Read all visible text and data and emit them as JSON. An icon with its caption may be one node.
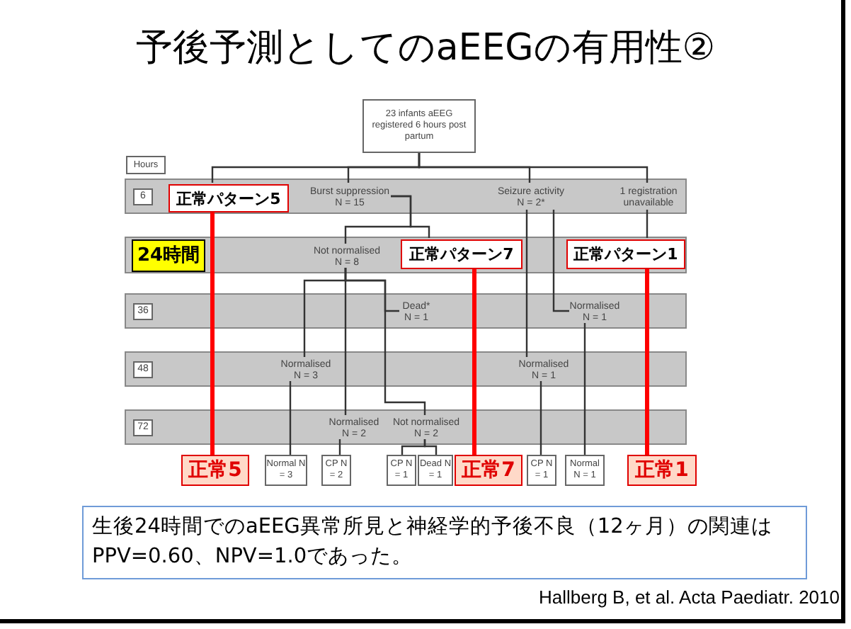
{
  "diagram": {
    "title": "予後予測としてのaEEGの有用性②",
    "nodes": [
      {
        "text": [
          "23 infants aEEG registered 6 hours post partum"
        ]
      },
      {
        "text": [
          "Hours"
        ]
      },
      {
        "text": [],
        "shape": "bar"
      },
      {
        "text": [
          "6"
        ],
        "in": 2
      },
      {
        "text": [
          "正常パターン5"
        ],
        "in": 2
      },
      {
        "text": [
          "Burst suppression N = 15"
        ],
        "in": 2
      },
      {
        "text": [
          "Seizure activity N = 2*"
        ],
        "in": 2
      },
      {
        "text": [
          "1 registration unavailable"
        ],
        "in": 2
      },
      {
        "text": [],
        "shape": "bar"
      },
      {
        "text": [
          "24時間"
        ],
        "in": 8
      },
      {
        "text": [
          "Not normalised N = 8"
        ],
        "in": 8
      },
      {
        "text": [
          "正常パターン7"
        ],
        "in": 8
      },
      {
        "text": [
          "正常パターン1"
        ],
        "in": 8
      },
      {
        "text": [],
        "shape": "bar"
      },
      {
        "text": [
          "36"
        ],
        "in": 13
      },
      {
        "text": [
          "Dead* N = 1"
        ],
        "in": 13
      },
      {
        "text": [
          "Normalised N = 1"
        ],
        "in": 13
      },
      {
        "text": [],
        "shape": "bar"
      },
      {
        "text": [
          "48"
        ],
        "in": 17
      },
      {
        "text": [
          "Normalised N = 3"
        ],
        "in": 17
      },
      {
        "text": [
          "Normalised N = 1"
        ],
        "in": 17
      },
      {
        "text": [],
        "shape": "bar"
      },
      {
        "text": [
          "72"
        ],
        "in": 21
      },
      {
        "text": [
          "Normalised N = 2"
        ],
        "in": 21
      },
      {
        "text": [
          "Not normalised N = 2"
        ],
        "in": 21
      },
      {
        "text": [
          "正常5"
        ]
      },
      {
        "text": [
          "Normal N = 3"
        ]
      },
      {
        "text": [
          "CP N = 2"
        ]
      },
      {
        "text": [
          "CP N = 1"
        ]
      },
      {
        "text": [
          "Dead N = 1"
        ]
      },
      {
        "text": [
          "正常7"
        ]
      },
      {
        "text": [
          "CP N = 1"
        ]
      },
      {
        "text": [
          "Normal N = 1"
        ]
      },
      {
        "text": [
          "正常1"
        ]
      },
      {
        "text": [
          "生後24時間でのaEEG異常所見と神経学的予後不良（12ヶ月）の関連はPPV=0.60、NPV=1.0であった。"
        ]
      }
    ],
    "edges": [
      {
        "from": 0,
        "to": 4,
        "arrow": "none"
      },
      {
        "from": 0,
        "to": 5,
        "arrow": "none"
      },
      {
        "from": 0,
        "to": 6,
        "arrow": "none"
      },
      {
        "from": 0,
        "to": 7,
        "arrow": "none"
      },
      {
        "from": 4,
        "to": 25,
        "arrow": "none",
        "style": "thick",
        "color": "#ff0000"
      },
      {
        "from": 5,
        "to": 10,
        "arrow": "none"
      },
      {
        "from": 5,
        "to": 11,
        "arrow": "none"
      },
      {
        "from": 6,
        "to": 20,
        "arrow": "none"
      },
      {
        "from": 6,
        "to": 16,
        "arrow": "none"
      },
      {
        "from": 7,
        "to": 12,
        "arrow": "none"
      },
      {
        "from": 12,
        "to": 33,
        "arrow": "none",
        "style": "thick",
        "color": "#ff0000"
      },
      {
        "from": 11,
        "to": 30,
        "arrow": "none",
        "style": "thick",
        "color": "#ff0000"
      },
      {
        "from": 10,
        "to": 19,
        "arrow": "none"
      },
      {
        "from": 10,
        "to": 15,
        "arrow": "none"
      },
      {
        "from": 10,
        "to": 23,
        "arrow": "none"
      },
      {
        "from": 10,
        "to": 24,
        "arrow": "none"
      },
      {
        "from": 19,
        "to": 26,
        "arrow": "none"
      },
      {
        "from": 23,
        "to": 27,
        "arrow": "none"
      },
      {
        "from": 24,
        "to": 28,
        "arrow": "none"
      },
      {
        "from": 24,
        "to": 29,
        "arrow": "none"
      },
      {
        "from": 20,
        "to": 31,
        "arrow": "none"
      },
      {
        "from": 16,
        "to": 32,
        "arrow": "none"
      }
    ],
    "labels": [
      "Hallberg B, et al. Acta Paediatr. 2010"
    ]
  }
}
